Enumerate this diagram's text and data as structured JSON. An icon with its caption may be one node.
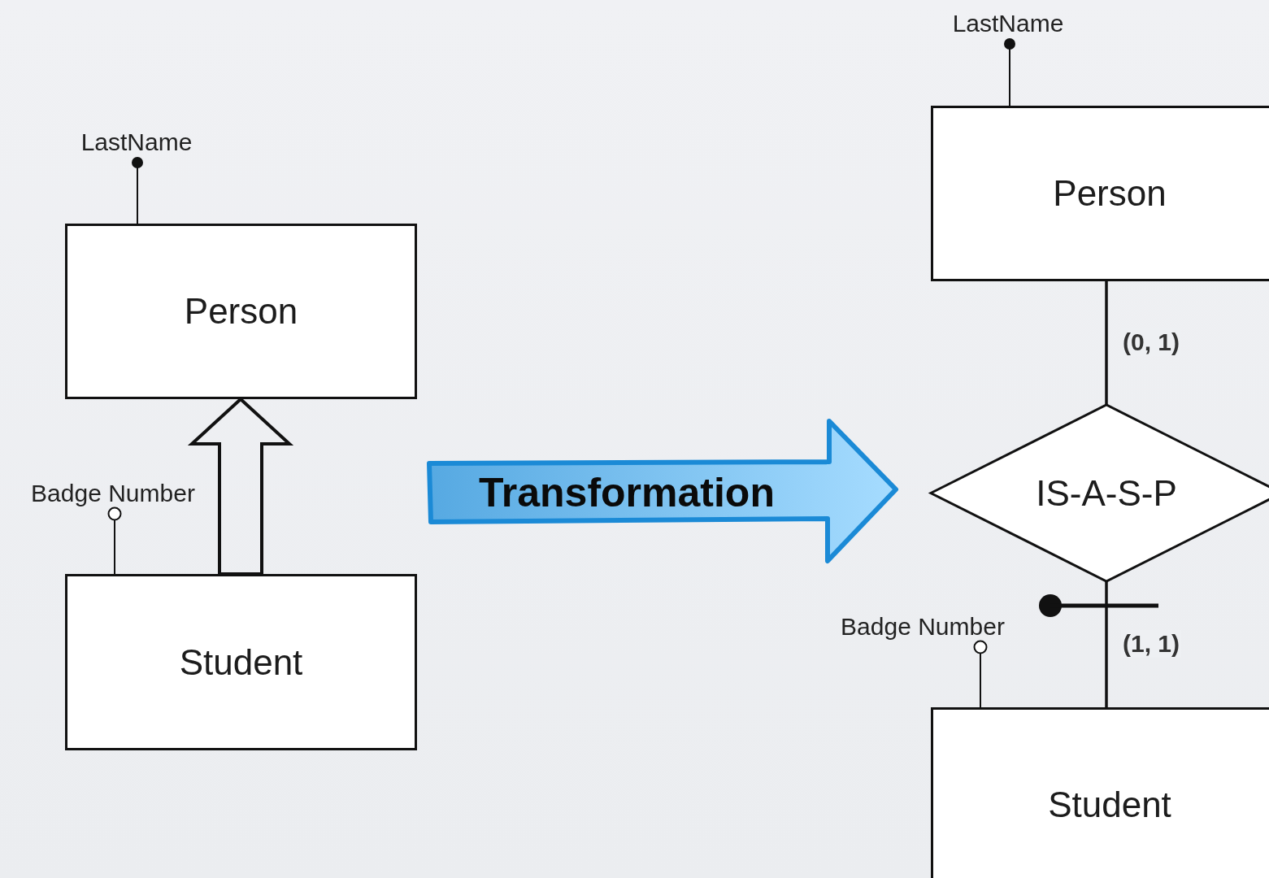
{
  "diagram": {
    "nodes": [
      {
        "text": [
          "LastName"
        ]
      },
      {
        "text": [
          "Person"
        ]
      },
      {
        "text": [
          "Badge Number"
        ]
      },
      {
        "text": [
          "Student"
        ]
      },
      {
        "text": [
          "Transformation"
        ]
      },
      {
        "text": [
          "LastName"
        ]
      },
      {
        "text": [
          "Person"
        ]
      },
      {
        "text": [
          "IS-A-S-P"
        ]
      },
      {
        "text": [
          "Badge Number"
        ]
      },
      {
        "text": [
          "Student"
        ]
      }
    ],
    "edges": [
      {
        "from": 1,
        "to": 0,
        "arrow": "other"
      },
      {
        "from": 3,
        "to": 2,
        "arrow": "other"
      },
      {
        "from": 3,
        "to": 1,
        "arrow": "to",
        "style": "thick"
      },
      {
        "from": 6,
        "to": 5,
        "arrow": "other"
      },
      {
        "from": 6,
        "to": 7,
        "arrow": "none",
        "label": "(0, 1)"
      },
      {
        "from": 7,
        "to": 9,
        "arrow": "none",
        "label": "(1, 1)"
      },
      {
        "from": 9,
        "to": 8,
        "arrow": "other"
      }
    ]
  }
}
